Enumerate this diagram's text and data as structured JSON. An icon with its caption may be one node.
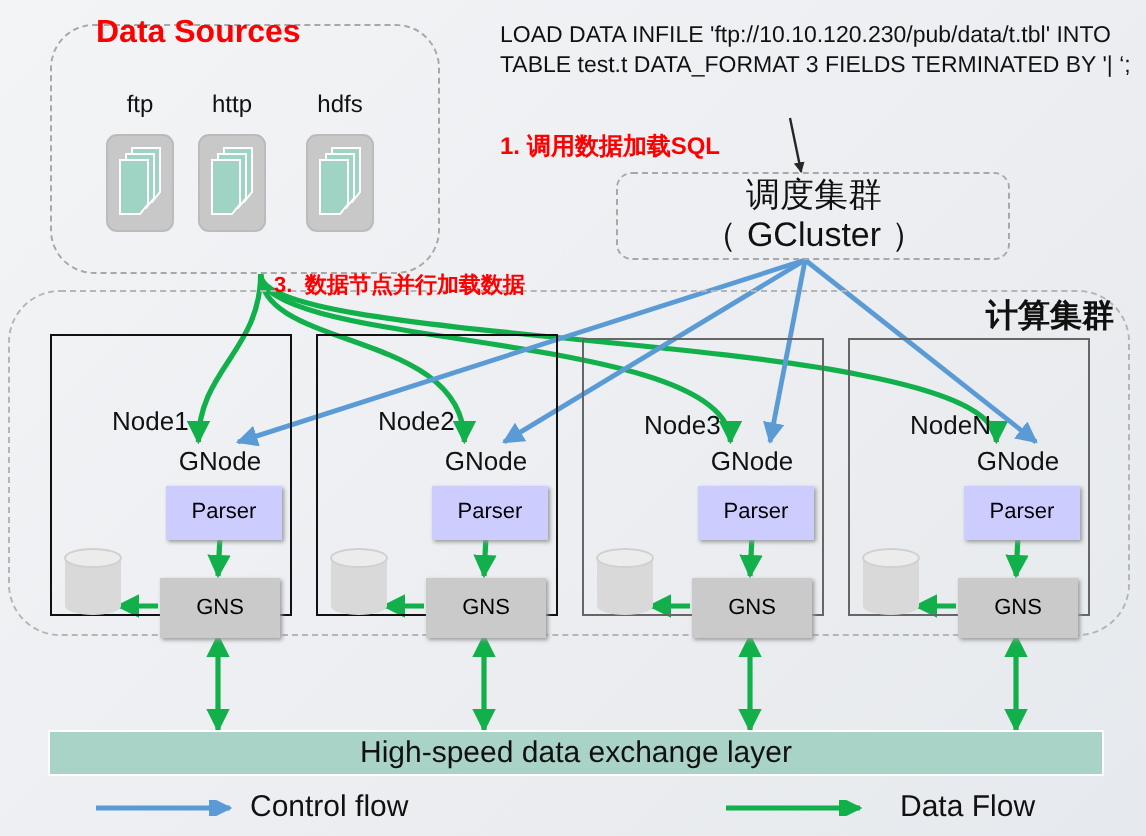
{
  "diagram": {
    "nodes": [
      {
        "text": [
          "Data Sources"
        ]
      },
      {
        "text": [
          "ftp"
        ],
        "in": 0
      },
      {
        "text": [
          "http"
        ],
        "in": 0
      },
      {
        "text": [
          "hdfs"
        ],
        "in": 0
      },
      {
        "text": [
          "LOAD DATA INFILE 'ftp://10.10.120.230/pub/data/t.tbl' INTO TABLE test.t DATA_FORMAT 3 FIELDS TERMINATED BY '|  ‘;"
        ]
      },
      {
        "text": [
          "调度集群（ GCluster ）"
        ]
      },
      {
        "text": [
          "计算集群"
        ]
      },
      {
        "text": [
          "Node1"
        ],
        "in": 6
      },
      {
        "text": [
          "GNode"
        ],
        "in": 7
      },
      {
        "text": [
          "Parser"
        ],
        "in": 7
      },
      {
        "text": [],
        "shape": "cylinder",
        "in": 7
      },
      {
        "text": [
          "GNS"
        ],
        "in": 6
      },
      {
        "text": [
          "Node2"
        ],
        "in": 6
      },
      {
        "text": [
          "GNode"
        ],
        "in": 12
      },
      {
        "text": [
          "Parser"
        ],
        "in": 12
      },
      {
        "text": [],
        "shape": "cylinder",
        "in": 12
      },
      {
        "text": [
          "GNS"
        ],
        "in": 6
      },
      {
        "text": [
          "Node3"
        ],
        "in": 6
      },
      {
        "text": [
          "GNode"
        ],
        "in": 17
      },
      {
        "text": [
          "Parser"
        ],
        "in": 17
      },
      {
        "text": [],
        "shape": "cylinder",
        "in": 17
      },
      {
        "text": [
          "GNS"
        ],
        "in": 6
      },
      {
        "text": [
          "NodeN"
        ],
        "in": 6
      },
      {
        "text": [
          "GNode"
        ],
        "in": 22
      },
      {
        "text": [
          "Parser"
        ],
        "in": 22
      },
      {
        "text": [],
        "shape": "cylinder",
        "in": 22
      },
      {
        "text": [
          "GNS"
        ],
        "in": 6
      },
      {
        "text": [
          "High-speed data exchange layer"
        ]
      }
    ],
    "edges": [
      {
        "from": 4,
        "to": 5,
        "arrow": "to",
        "color": "#262626"
      },
      {
        "from": 0,
        "to": 8,
        "arrow": "to"
      },
      {
        "from": 0,
        "to": 13,
        "arrow": "to"
      },
      {
        "from": 0,
        "to": 18,
        "arrow": "to"
      },
      {
        "from": 0,
        "to": 23,
        "arrow": "to"
      },
      {
        "from": 5,
        "to": 8,
        "arrow": "to",
        "color": "#5b9bd5"
      },
      {
        "from": 5,
        "to": 13,
        "arrow": "to",
        "color": "#5b9bd5"
      },
      {
        "from": 5,
        "to": 18,
        "arrow": "to",
        "color": "#5b9bd5"
      },
      {
        "from": 5,
        "to": 23,
        "arrow": "to",
        "color": "#5b9bd5"
      },
      {
        "from": 9,
        "to": 11,
        "arrow": "to"
      },
      {
        "from": 14,
        "to": 16,
        "arrow": "to"
      },
      {
        "from": 19,
        "to": 21,
        "arrow": "to"
      },
      {
        "from": 24,
        "to": 26,
        "arrow": "to"
      },
      {
        "from": 11,
        "to": 10,
        "arrow": "to"
      },
      {
        "from": 16,
        "to": 15,
        "arrow": "to"
      },
      {
        "from": 21,
        "to": 20,
        "arrow": "to"
      },
      {
        "from": 26,
        "to": 25,
        "arrow": "to"
      },
      {
        "from": 11,
        "to": 27,
        "arrow": "both"
      },
      {
        "from": 16,
        "to": 27,
        "arrow": "both"
      },
      {
        "from": 21,
        "to": 27,
        "arrow": "both"
      },
      {
        "from": 26,
        "to": 27,
        "arrow": "both"
      }
    ],
    "labels": [
      "1. 调用数据加载SQL",
      "3.  数据节点并行加载数据"
    ],
    "legend": [
      {
        "text": "Control flow"
      },
      {
        "text": "Data Flow"
      }
    ]
  }
}
